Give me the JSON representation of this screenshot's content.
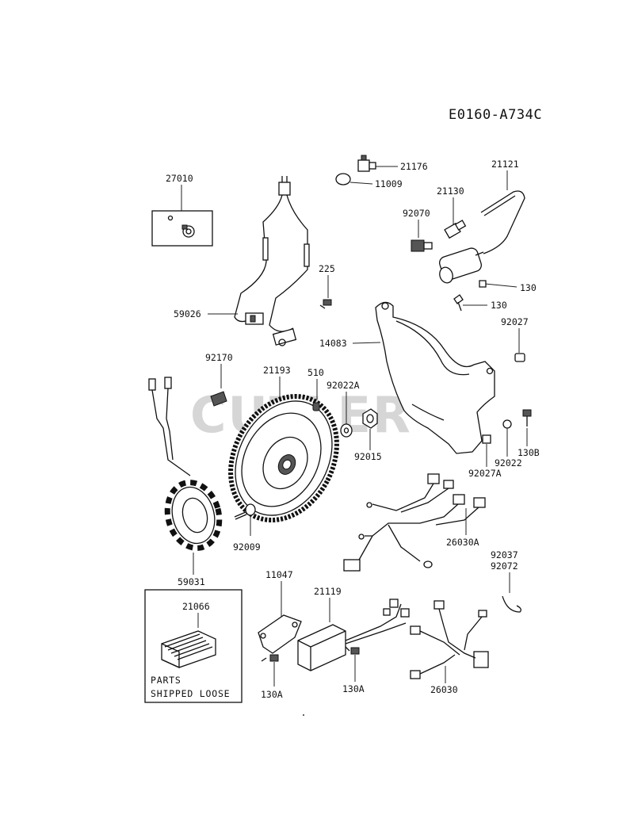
{
  "diagram_code": "E0160-A734C",
  "watermark": "CUTLER'S",
  "parts_box_label_line1": "PARTS",
  "parts_box_label_line2": "SHIPPED LOOSE",
  "labels": {
    "p27010": "27010",
    "p21176": "21176",
    "p11009": "11009",
    "p21121": "21121",
    "p21130": "21130",
    "p92070": "92070",
    "p225": "225",
    "p59026": "59026",
    "p130_a": "130",
    "p130_b": "130",
    "p14083": "14083",
    "p92027": "92027",
    "p92170": "92170",
    "p21193": "21193",
    "p510": "510",
    "p92022A": "92022A",
    "p92015": "92015",
    "p130B": "130B",
    "p92022": "92022",
    "p92027A": "92027A",
    "p92009": "92009",
    "p26030A": "26030A",
    "p59031": "59031",
    "p92037": "92037",
    "p92072": "92072",
    "p11047": "11047",
    "p21119": "21119",
    "p21066": "21066",
    "p130A_a": "130A",
    "p130A_b": "130A",
    "p26030": "26030"
  }
}
